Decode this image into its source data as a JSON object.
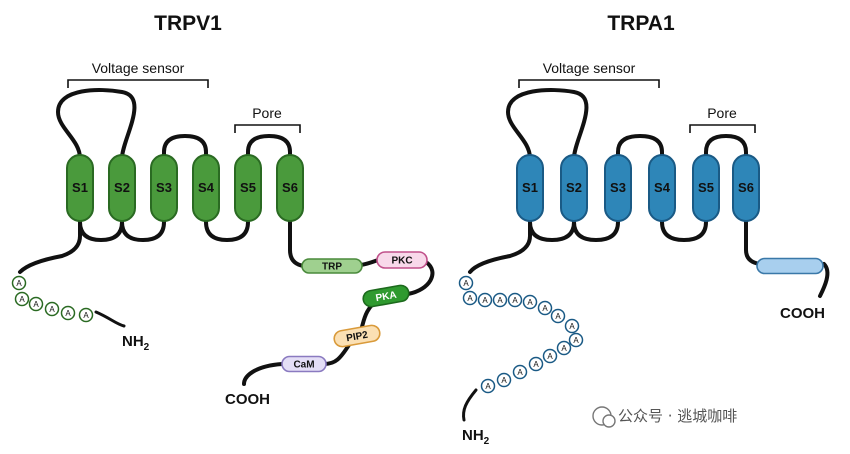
{
  "panels": [
    {
      "title": "TRPV1",
      "color": "#4a9a3c",
      "stroke": "#2a6a22",
      "bracket_voltage": "Voltage sensor",
      "bracket_pore": "Pore",
      "segments": [
        "S1",
        "S2",
        "S3",
        "S4",
        "S5",
        "S6"
      ],
      "bead_letter": "A",
      "bead_count": 6,
      "n_terminus": "NH2",
      "c_terminus": "COOH",
      "domains": [
        {
          "label": "TRP",
          "fill": "#9fd08f",
          "stroke": "#4a8a3c",
          "text": "#111111"
        },
        {
          "label": "PKC",
          "fill": "#f8d9ea",
          "stroke": "#c0508a",
          "text": "#111111"
        },
        {
          "label": "PKA",
          "fill": "#2f9a2f",
          "stroke": "#1d6a1d",
          "text": "#ffffff"
        },
        {
          "label": "PIP2",
          "fill": "#fbe0b4",
          "stroke": "#d99a3a",
          "text": "#111111"
        },
        {
          "label": "CaM",
          "fill": "#e4def6",
          "stroke": "#8a7ac0",
          "text": "#111111"
        }
      ]
    },
    {
      "title": "TRPA1",
      "color": "#2e86b8",
      "stroke": "#1a5a85",
      "bracket_voltage": "Voltage sensor",
      "bracket_pore": "Pore",
      "segments": [
        "S1",
        "S2",
        "S3",
        "S4",
        "S5",
        "S6"
      ],
      "bead_letter": "A",
      "bead_count": 16,
      "n_terminus": "NH2",
      "c_terminus": "COOH",
      "domains": [
        {
          "label": "",
          "fill": "#a8cfee",
          "stroke": "#3a78a8",
          "text": "#111111"
        }
      ]
    }
  ],
  "watermark": "公众号 · 逃城咖啡"
}
